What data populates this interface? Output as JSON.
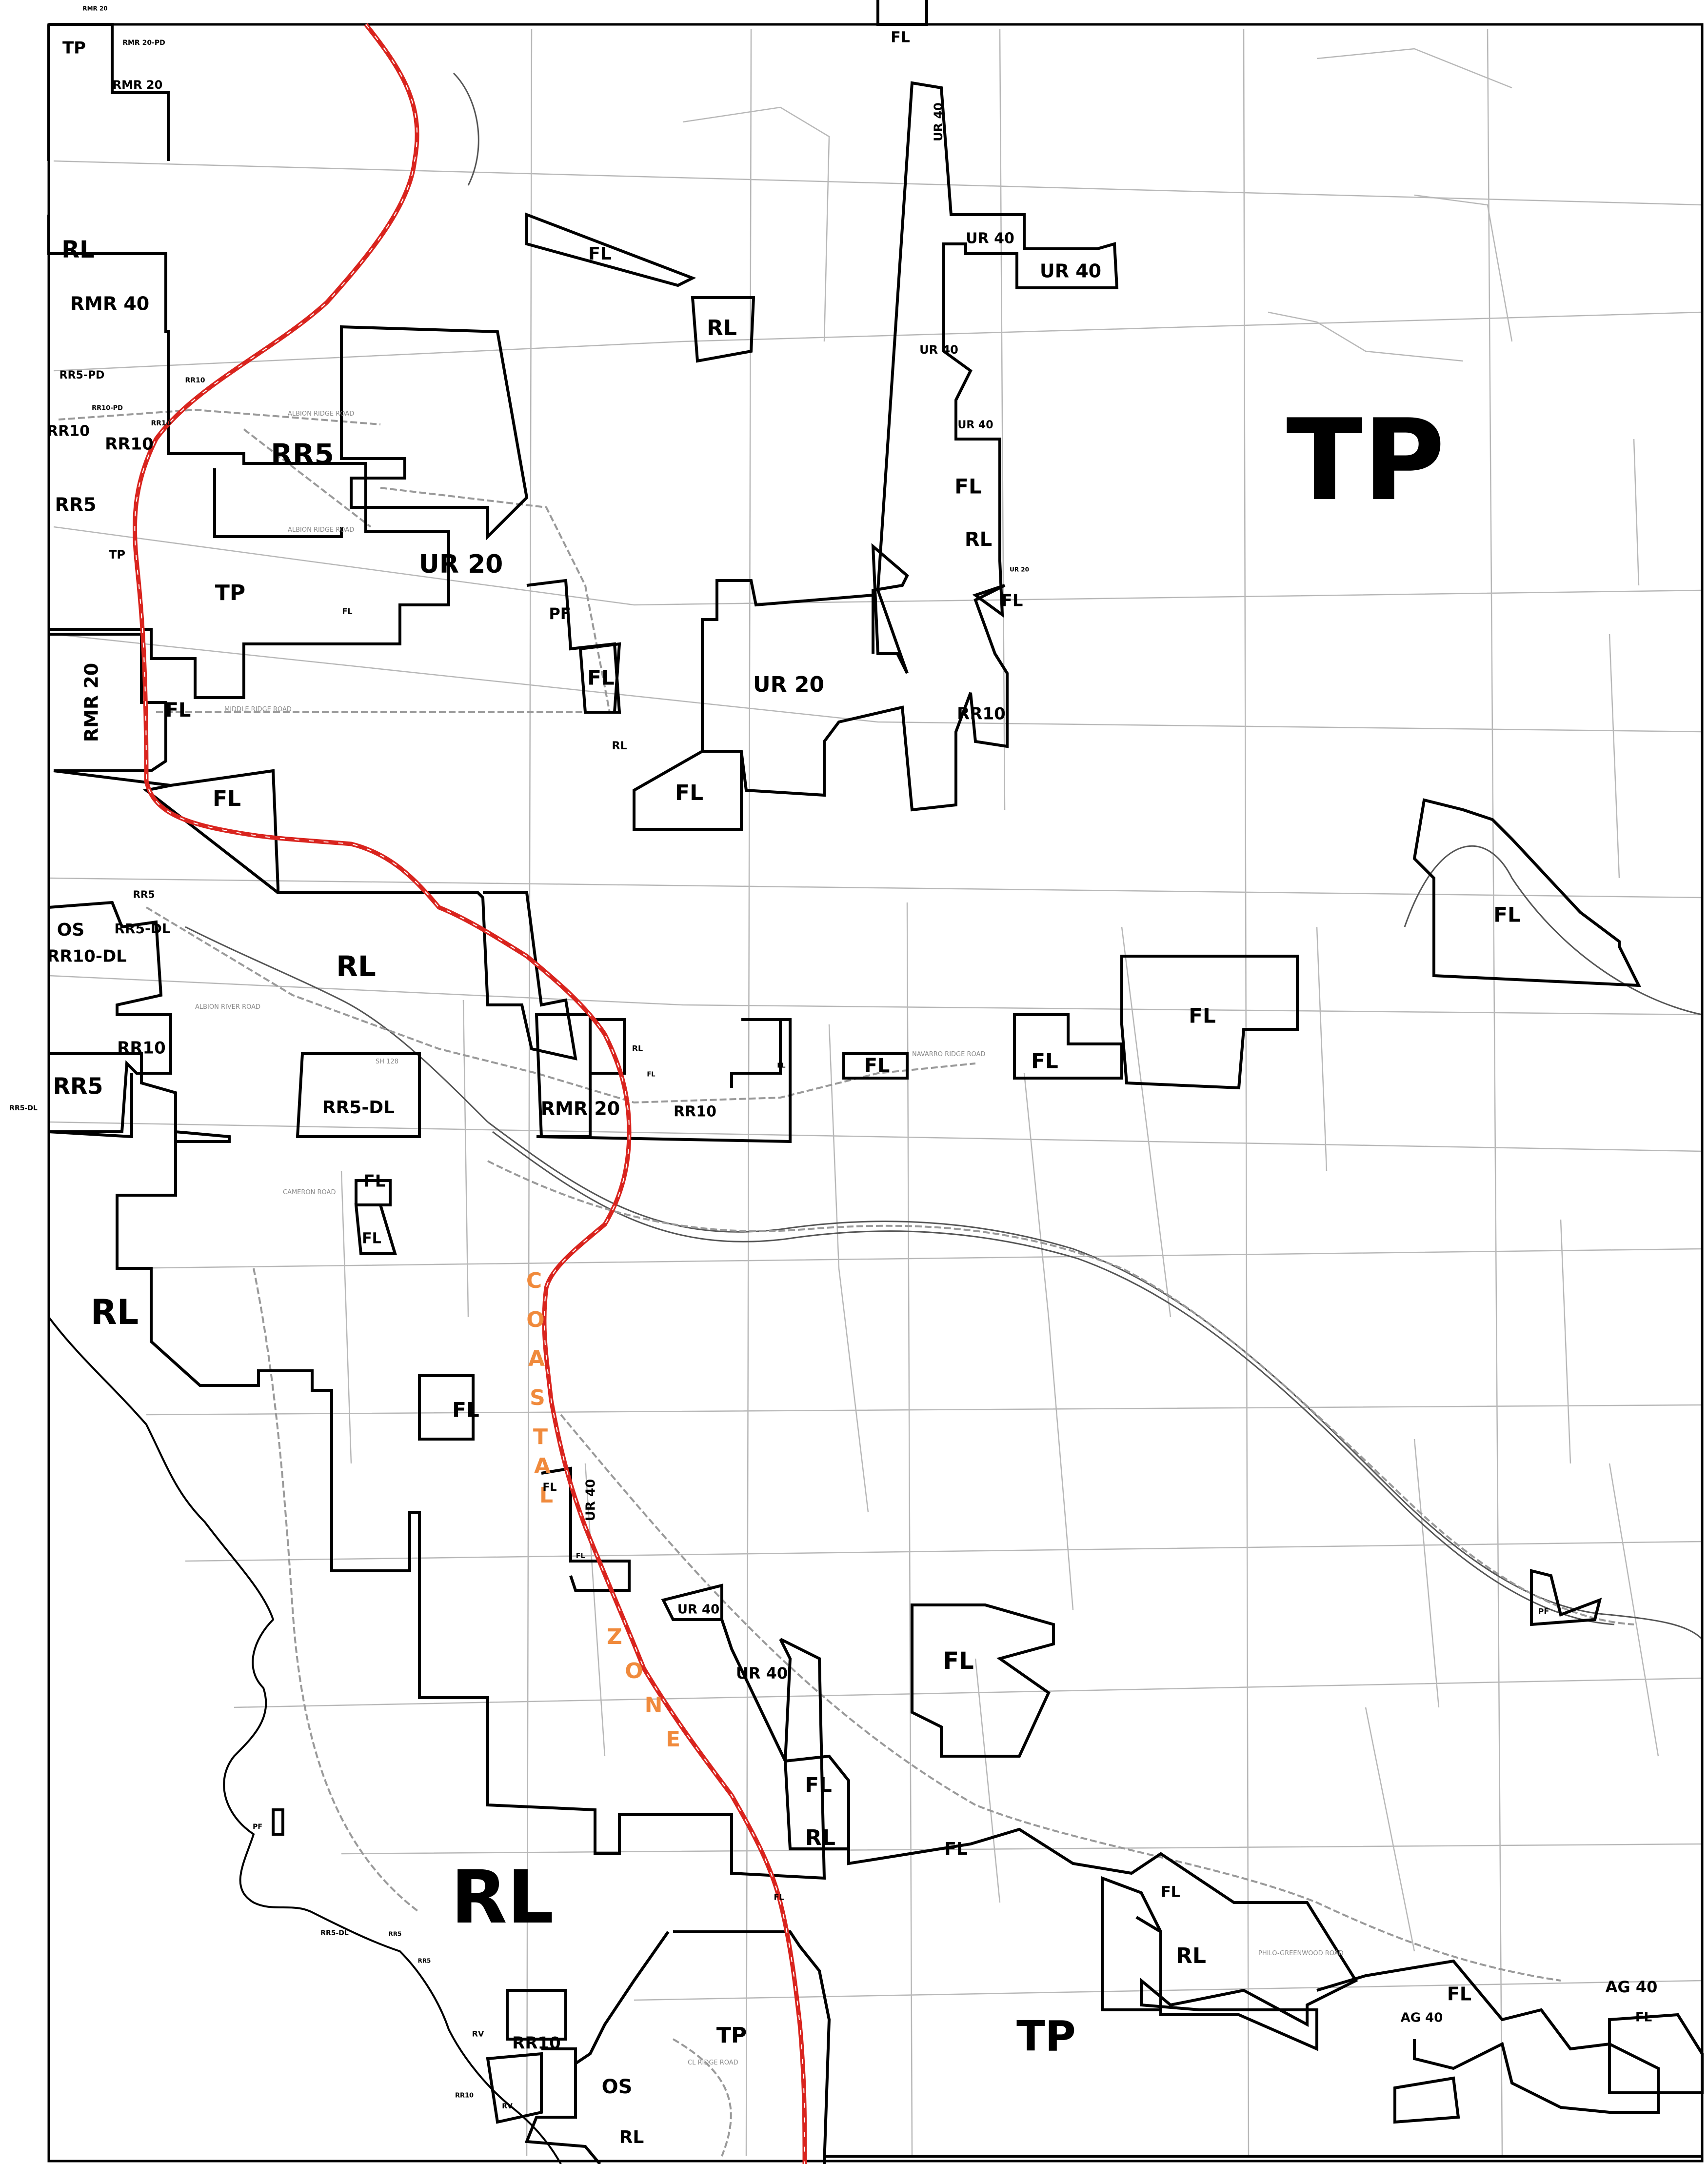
{
  "zone_labels": {
    "tp_large": "TP",
    "rl_large": "RL",
    "tp_bottom": "TP",
    "tp_bottom2": "TP",
    "rl_coast": "RL",
    "tp_top_left": "TP",
    "rmr20_pd": "RMR 20-PD",
    "rmr20_top": "RMR 20",
    "rmr20_tiny": "RMR 20",
    "rl_top_left": "RL",
    "rmr40": "RMR 40",
    "rr5_pd": "RR5-PD",
    "rr10_pd": "RR10-PD",
    "rr10_a": "RR10",
    "rr10_b": "RR10",
    "rr10_c": "RR10",
    "rr5_main": "RR5",
    "rr5_left": "RR5",
    "tp_small": "TP",
    "tp_mid": "TP",
    "ur20_a": "UR 20",
    "ur20_b": "UR 20",
    "rmr20_left": "RMR 20",
    "fl_middle_ridge": "FL",
    "fl_top_center": "FL",
    "rl_center": "RL",
    "fl_top_right": "FL",
    "ur40_vert": "UR 40",
    "ur40_a": "UR 40",
    "ur40_b": "UR 40",
    "ur40_c": "UR 40",
    "ur40_d": "UR 40",
    "fl_a": "FL",
    "rl_a": "RL",
    "ur20_small": "UR 20",
    "fl_b": "FL",
    "pf_a": "PF",
    "fl_c": "FL",
    "rl_small": "RL",
    "fl_d": "FL",
    "rr10_right": "RR10",
    "fl_e": "FL",
    "fl_f": "FL",
    "rr5_b": "RR5",
    "rr5_dl_a": "RR5-DL",
    "os_a": "OS",
    "rr10_dl": "RR10-DL",
    "rl_mid": "RL",
    "rr10_d": "RR10",
    "rr5_c": "RR5",
    "rr5_dl_edge": "RR5-DL",
    "rr5_dl_b": "RR5-DL",
    "rl_tiny": "RL",
    "fl_tiny": "FL",
    "rmr20_mid": "RMR 20",
    "rr10_mid": "RR10",
    "fl_tiny2": "FL",
    "fl_navarro": "FL",
    "fl_g": "FL",
    "fl_h": "FL",
    "fl_far_right": "FL",
    "fl_cameron": "FL",
    "fl_cameron2": "FL",
    "fl_i": "FL",
    "fl_j": "FL",
    "ur40_k": "UR 40",
    "fl_tiny3": "FL",
    "ur40_l": "UR 40",
    "ur40_m": "UR 40",
    "fl_k": "FL",
    "pf_b": "PF",
    "fl_l": "FL",
    "rl_l": "RL",
    "fl_m": "FL",
    "fl_n": "FL",
    "rl_n": "RL",
    "fl_o": "FL",
    "ag40_a": "AG 40",
    "ag40_b": "AG 40",
    "fl_p": "FL",
    "pf_c": "PF",
    "fl_tiny4": "FL",
    "rr5_dl_c": "RR5-DL",
    "rr5_d": "RR5",
    "rr5_e": "RR5",
    "rv_a": "RV",
    "rr10_e": "RR10",
    "rr10_f": "RR10",
    "rv_b": "RV",
    "os_b": "OS",
    "rl_o": "RL"
  },
  "road_labels": {
    "albion_ridge": "ALBION RIDGE ROAD",
    "albion_ridge_2": "ALBION RIDGE ROAD",
    "middle_ridge": "MIDDLE RIDGE ROAD",
    "albion_river": "ALBION RIVER ROAD",
    "sh128": "SH 128",
    "navarro_ridge": "NAVARRO RIDGE ROAD",
    "cameron": "CAMERON ROAD",
    "philo_greenwood": "PHILO-GREENWOOD ROAD",
    "cl_ridge": "CL RIDGE ROAD"
  },
  "coastal_zone_letters": [
    "C",
    "O",
    "A",
    "S",
    "T",
    "A",
    "L",
    "Z",
    "O",
    "N",
    "E"
  ],
  "colors": {
    "coastal_zone_boundary": "#d9241e",
    "coastal_zone_text": "#f08a3c",
    "zone_boundary": "#000000",
    "parcel_line": "#b8b8b8"
  }
}
